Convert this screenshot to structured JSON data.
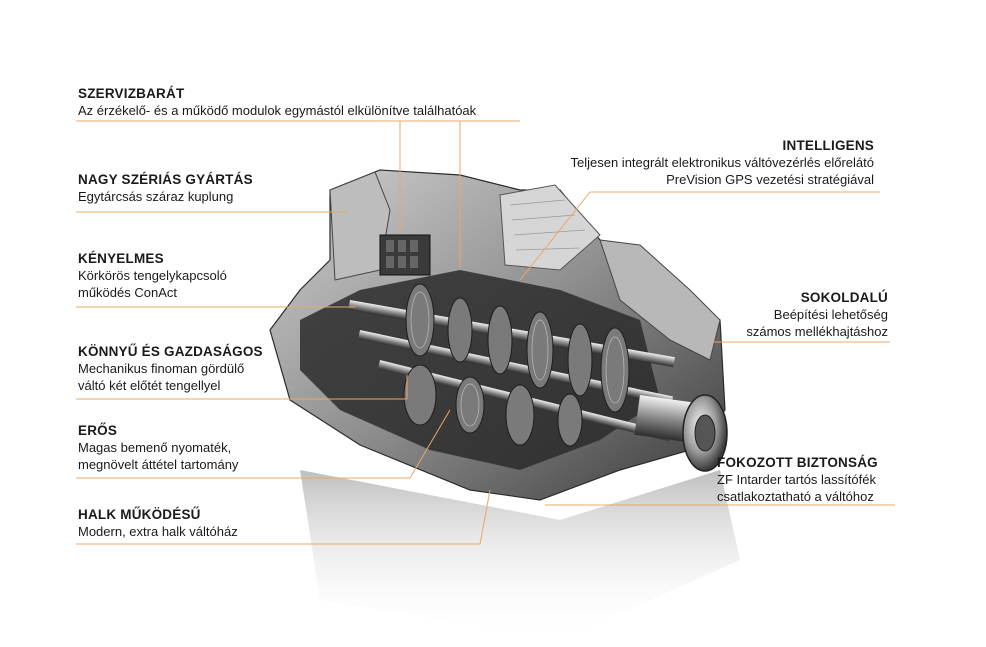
{
  "accent_color": "#e8a86a",
  "callouts": [
    {
      "title": "SZERVIZBARÁT",
      "desc": "Az érzékelő- és a működő modulok egymástól elkülönítve találhatóak"
    },
    {
      "title": "NAGY SZÉRIÁS GYÁRTÁS",
      "desc": "Egytárcsás száraz kuplung"
    },
    {
      "title": "KÉNYELMES",
      "desc": "Körkörös tengelykapcsoló\nműködés ConAct"
    },
    {
      "title": "KÖNNYŰ ÉS GAZDASÁGOS",
      "desc": "Mechanikus finoman gördülő\nváltó két előtét tengellyel"
    },
    {
      "title": "ERŐS",
      "desc": "Magas bemenő nyomaték,\nmegnövelt áttétel tartomány"
    },
    {
      "title": "HALK MŰKÖDÉSŰ",
      "desc": "Modern, extra halk váltóház"
    },
    {
      "title": "INTELLIGENS",
      "desc": "Teljesen integrált elektronikus váltóvezérlés előrelátó\nPreVision GPS vezetési stratégiával"
    },
    {
      "title": "SOKOLDALÚ",
      "desc": "Beépítési lehetőség\nszámos mellékhajtáshoz"
    },
    {
      "title": "FOKOZOTT BIZTONSÁG",
      "desc": "ZF Intarder tartós lassítófék\ncsatlakoztatható a váltóhoz"
    }
  ]
}
